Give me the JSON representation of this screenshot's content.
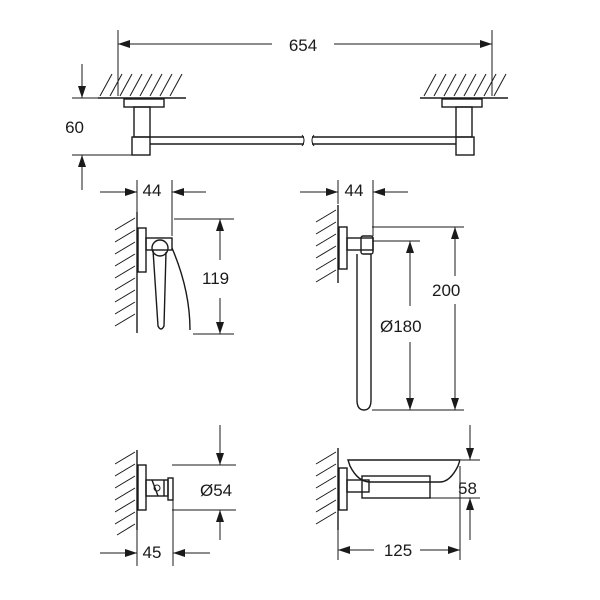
{
  "dimensions": {
    "towel_bar_length": "654",
    "towel_bar_projection": "60",
    "paper_holder_projection": "44",
    "paper_holder_height": "119",
    "towel_ring_projection": "44",
    "towel_ring_height": "200",
    "towel_ring_diameter": "Ø180",
    "hook_diameter": "Ø54",
    "hook_projection": "45",
    "soap_dish_projection": "125",
    "soap_dish_height": "58"
  }
}
